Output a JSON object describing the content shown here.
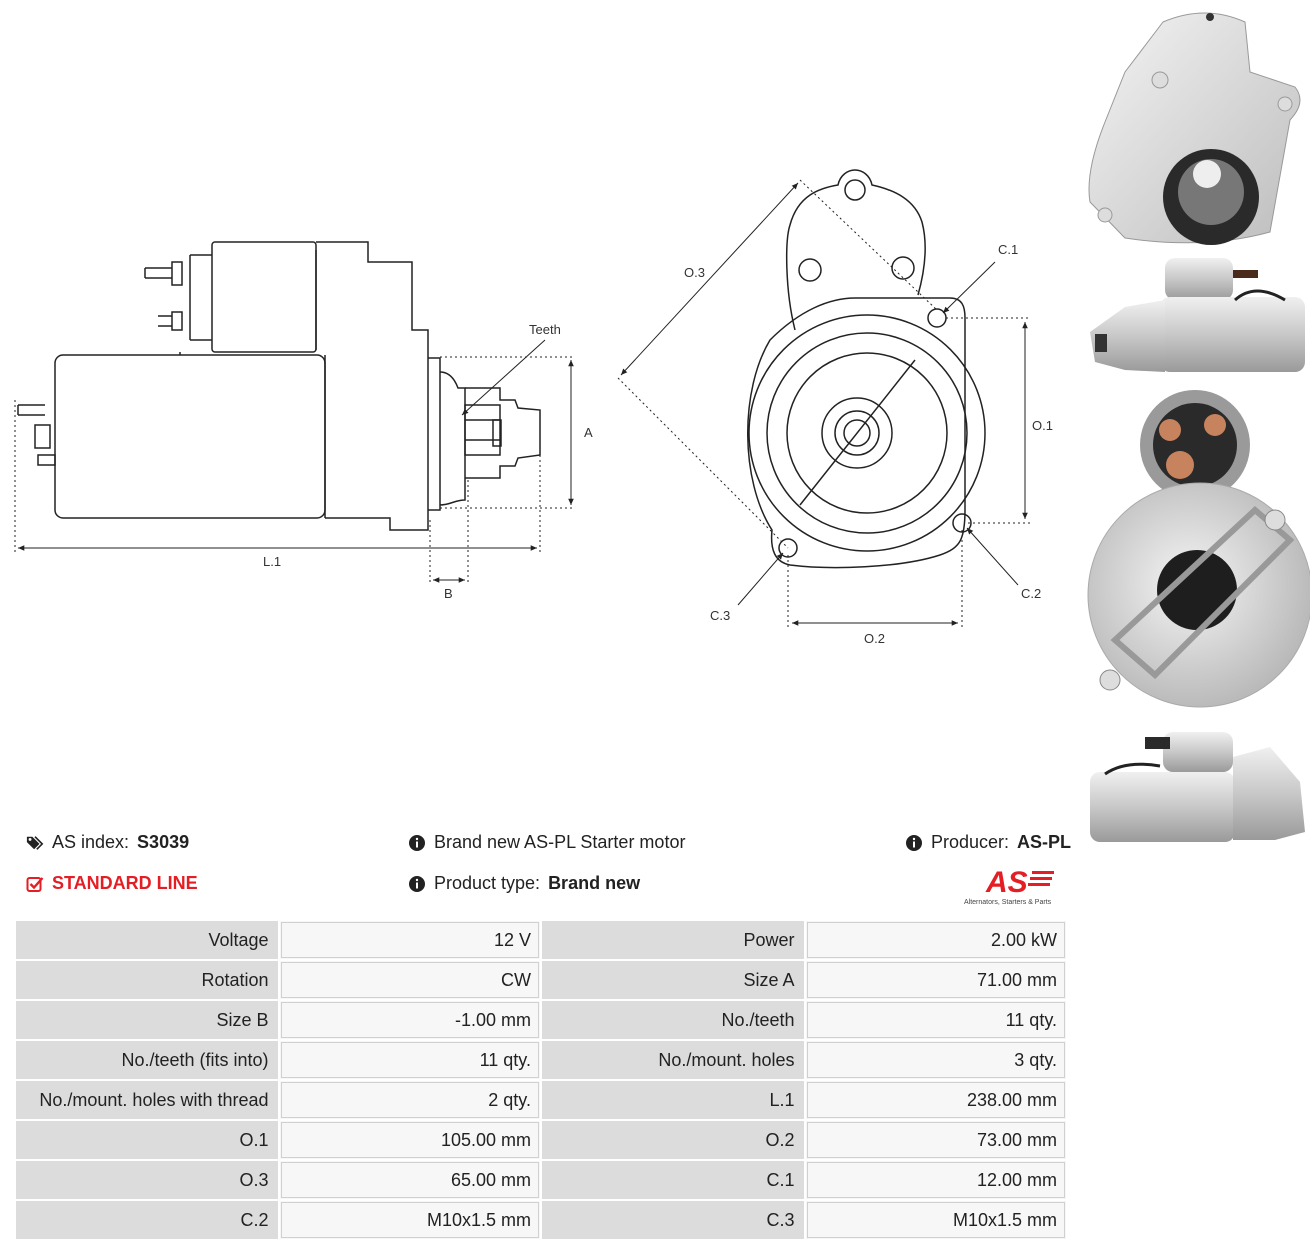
{
  "diagram": {
    "labels": {
      "teeth": "Teeth",
      "a": "A",
      "b": "B",
      "l1": "L.1",
      "o1": "O.1",
      "o2": "O.2",
      "o3": "O.3",
      "c1": "C.1",
      "c2": "C.2",
      "c3": "C.3"
    }
  },
  "photos": [
    "front-view-photo",
    "side-view-photo",
    "rear-view-photo",
    "side-view-photo-2"
  ],
  "info": {
    "as_index_label": "AS index:",
    "as_index_value": "S3039",
    "standard_line": "STANDARD LINE",
    "brand_new": "Brand new AS-PL Starter motor",
    "product_type_label": "Product type:",
    "product_type_value": "Brand new",
    "producer_label": "Producer:",
    "producer_value": "AS-PL"
  },
  "logo": {
    "text": "AS",
    "tagline": "Alternators, Starters & Parts",
    "color": "#e31e24"
  },
  "specs": [
    {
      "label": "Voltage",
      "value": "12 V",
      "label2": "Power",
      "value2": "2.00 kW"
    },
    {
      "label": "Rotation",
      "value": "CW",
      "label2": "Size A",
      "value2": "71.00 mm"
    },
    {
      "label": "Size B",
      "value": "-1.00 mm",
      "label2": "No./teeth",
      "value2": "11 qty."
    },
    {
      "label": "No./teeth (fits into)",
      "value": "11 qty.",
      "label2": "No./mount. holes",
      "value2": "3 qty."
    },
    {
      "label": "No./mount. holes with thread",
      "value": "2 qty.",
      "label2": "L.1",
      "value2": "238.00 mm"
    },
    {
      "label": "O.1",
      "value": "105.00 mm",
      "label2": "O.2",
      "value2": "73.00 mm"
    },
    {
      "label": "O.3",
      "value": "65.00 mm",
      "label2": "C.1",
      "value2": "12.00 mm"
    },
    {
      "label": "C.2",
      "value": "M10x1.5 mm",
      "label2": "C.3",
      "value2": "M10x1.5 mm"
    }
  ]
}
